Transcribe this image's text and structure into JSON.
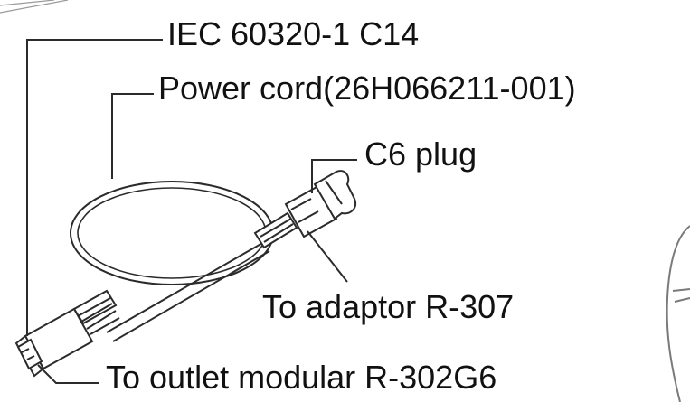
{
  "labels": {
    "iec_connector": "IEC 60320-1 C14",
    "power_cord": "Power cord(26H066211-001)",
    "c6_plug": "C6 plug",
    "to_adaptor": "To adaptor R-307",
    "to_outlet": "To outlet modular R-302G6"
  },
  "colors": {
    "line": "#2b2b2b",
    "text": "#111111",
    "background": "#ffffff"
  }
}
